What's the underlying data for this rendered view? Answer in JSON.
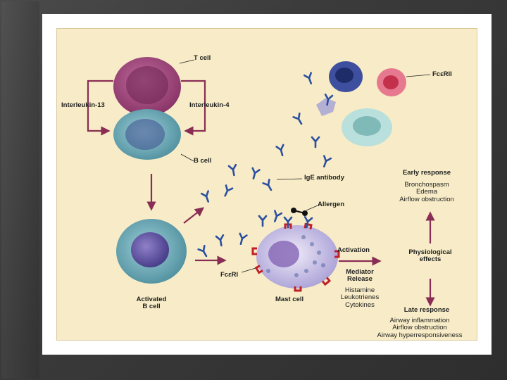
{
  "diagram": {
    "labels": {
      "t_cell": "T cell",
      "interleukin_13": "Interleukin-13",
      "interleukin_4": "Interleukin-4",
      "b_cell": "B cell",
      "fceri_top": "FcεRII",
      "ige_antibody": "IgE antibody",
      "allergen": "Allergen",
      "activated_b_cell": "Activated\nB cell",
      "fceri_mast": "FcεRI",
      "mast_cell": "Mast cell",
      "activation": "Activation",
      "mediator_release": "Mediator\nRelease",
      "mediators": [
        "Histamine",
        "Leukotrienes",
        "Cytokines"
      ],
      "physiological_effects": "Physiological\neffects",
      "early_response": "Early response",
      "early_items": [
        "Bronchospasm",
        "Edema",
        "Airflow obstruction"
      ],
      "late_response": "Late response",
      "late_items": [
        "Airway inflammation",
        "Airflow obstruction",
        "Airway hyperresponsiveness"
      ]
    },
    "colors": {
      "background": "#f7ecc7",
      "arrow": "#8a2d54",
      "t_cell": "#a0457c",
      "b_cell": "#6aa3b0",
      "mast_cell": "#c9c1e0",
      "antibody": "#2b4fa0",
      "receptor": "#c0202a"
    }
  }
}
